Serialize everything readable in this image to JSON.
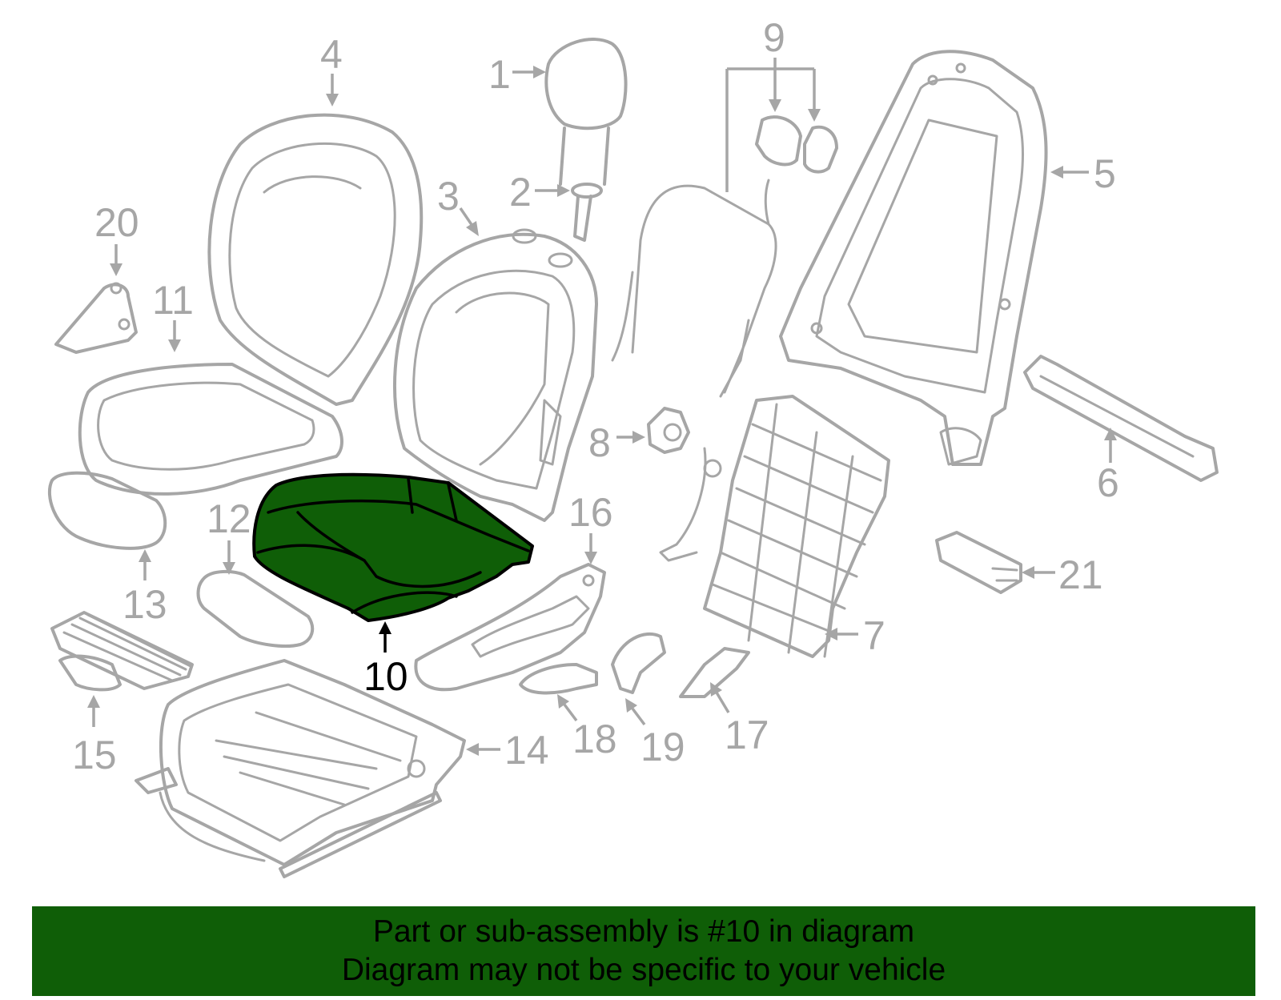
{
  "callouts": {
    "c1": "1",
    "c2": "2",
    "c3": "3",
    "c4": "4",
    "c5": "5",
    "c6": "6",
    "c7": "7",
    "c8": "8",
    "c9": "9",
    "c10": "10",
    "c11": "11",
    "c12": "12",
    "c13": "13",
    "c14": "14",
    "c15": "15",
    "c16": "16",
    "c17": "17",
    "c18": "18",
    "c19": "19",
    "c20": "20",
    "c21": "21"
  },
  "highlighted_part": "10",
  "colors": {
    "highlight": "#0f5e07",
    "part_stroke": "#a6a6a6",
    "banner_bg": "#0f5e07"
  },
  "banner": {
    "line1": "Part or sub-assembly is #10 in diagram",
    "line2": "Diagram may not be specific to your vehicle"
  }
}
